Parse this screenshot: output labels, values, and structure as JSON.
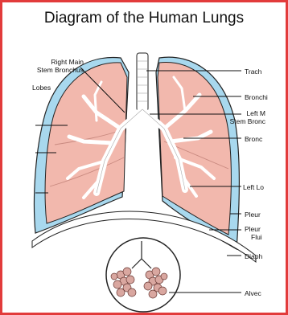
{
  "title": "Diagram of the Human Lungs",
  "colors": {
    "frame": "#e23b3b",
    "lung_fill": "#f2b8ad",
    "pleura_fill": "#a8d8ee",
    "airway": "#ffffff",
    "outline": "#222222"
  },
  "labels": {
    "right_main_stem_bronchus_1": "Right Main",
    "right_main_stem_bronchus_2": "Stem Bronchus",
    "lobes": "Lobes",
    "trachea": "Trach",
    "bronchioles": "Bronchi",
    "left_main_1": "Left M",
    "left_main_2": "Stem Bronc",
    "bronchus": "Bronc",
    "left_lobe": "Left Lo",
    "pleura": "Pleur",
    "pleural_fluid_1": "Pleur",
    "pleural_fluid_2": "Flui",
    "diaphragm": "Diaph",
    "alveoli": "Alvec"
  },
  "icons": {
    "lungs": "lungs-illustration",
    "alveoli": "alveoli-cluster-illustration"
  }
}
